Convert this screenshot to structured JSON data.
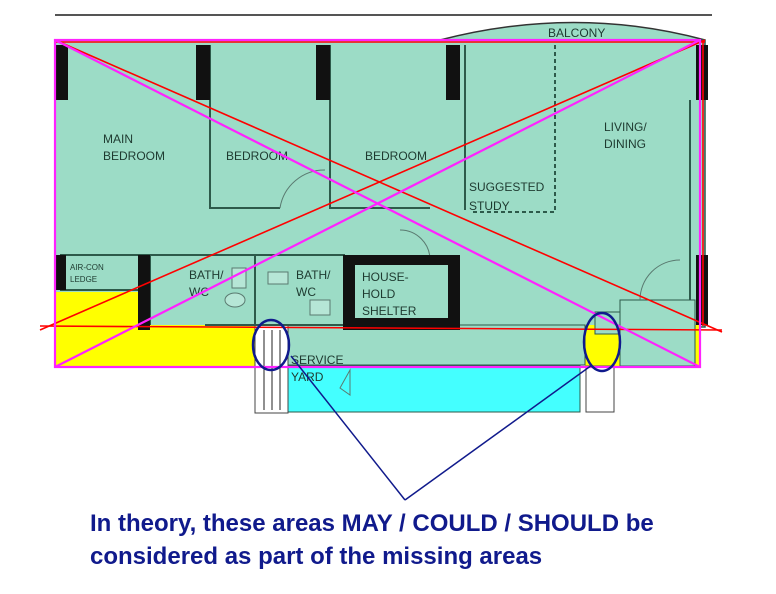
{
  "plan": {
    "rooms": {
      "balcony": "BALCONY",
      "main_bedroom_1": "MAIN",
      "main_bedroom_2": "BEDROOM",
      "bedroom_a": "BEDROOM",
      "bedroom_b": "BEDROOM",
      "study_1": "SUGGESTED",
      "study_2": "STUDY",
      "living_1": "LIVING/",
      "living_2": "DINING",
      "aircon_1": "AIR-CON",
      "aircon_2": "LEDGE",
      "bath1_1": "BATH/",
      "bath1_2": "WC",
      "bath2_1": "BATH/",
      "bath2_2": "WC",
      "shelter_1": "HOUSE-",
      "shelter_2": "HOLD",
      "shelter_3": "SHELTER",
      "yard_1": "SERVICE",
      "yard_2": "YARD"
    },
    "colors": {
      "floor": "#9cdcc6",
      "missing_area": "#ffff00",
      "service_yard": "#44ffff",
      "magenta": "#ff22ff",
      "red": "#ff0000",
      "annotation": "#101a8c"
    }
  },
  "caption": {
    "line1": "In theory, these areas MAY / COULD / SHOULD be",
    "line2": "considered as part of the missing areas"
  }
}
